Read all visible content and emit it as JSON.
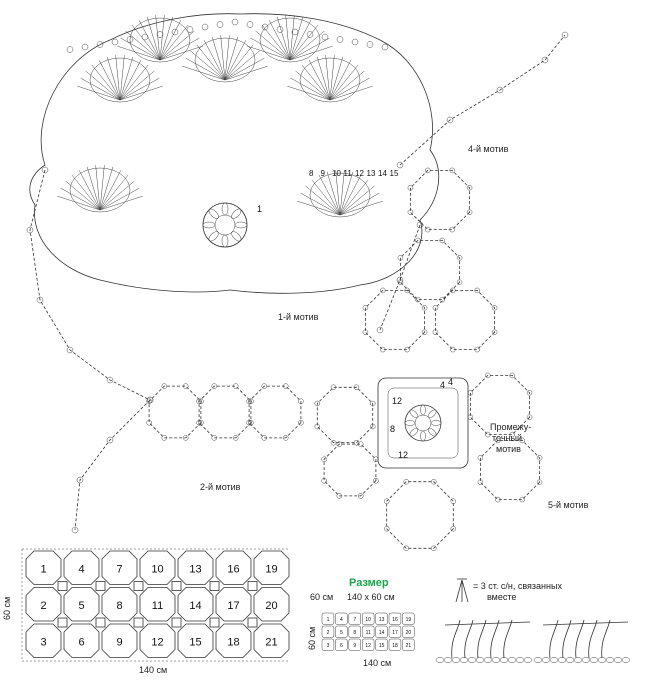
{
  "labels": {
    "motif1": "1-й мотив",
    "motif2": "2-й мотив",
    "motif4": "4-й мотив",
    "motif5": "5-й мотив",
    "intermediate_line1": "Промежу-",
    "intermediate_line2": "точный",
    "intermediate_line3": "мотив"
  },
  "round_numbers_top": [
    "8",
    "9",
    "10",
    "11",
    "12",
    "13",
    "14",
    "15"
  ],
  "round_numbers_center": [
    "1",
    "4",
    "8",
    "12",
    "4",
    "12"
  ],
  "size": {
    "title": "Размер",
    "value": "140 х 60 см",
    "side_label": "60 см"
  },
  "layout_plan": {
    "width_label": "140 см",
    "height_label": "60 см",
    "rows": [
      [
        "1",
        "4",
        "7",
        "10",
        "13",
        "16",
        "19"
      ],
      [
        "2",
        "5",
        "8",
        "11",
        "14",
        "17",
        "20"
      ],
      [
        "3",
        "6",
        "9",
        "12",
        "15",
        "18",
        "21"
      ]
    ]
  },
  "small_plan": {
    "width_label": "140 см",
    "height_label": "60 см"
  },
  "legend": {
    "line1": "= 3 ст. с/н, связанных",
    "line2": "вместе"
  }
}
